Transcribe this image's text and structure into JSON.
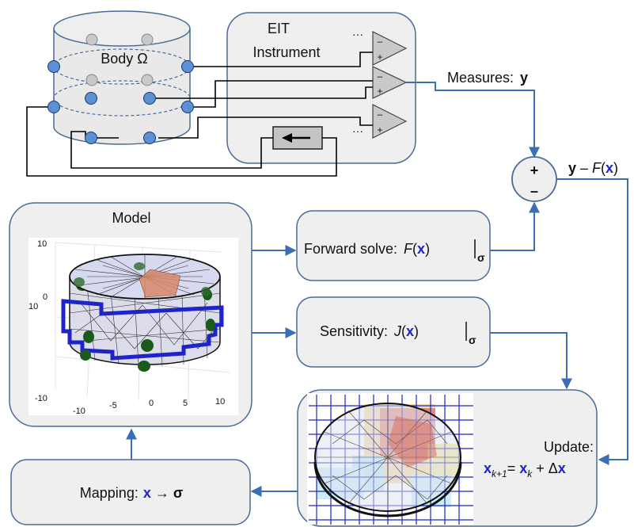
{
  "body": {
    "label": "Body Ω"
  },
  "instrument": {
    "line1": "EIT",
    "line2": "Instrument",
    "dots": "···",
    "minus": "–",
    "plus": "+"
  },
  "measures": {
    "label": "Measures:",
    "var": "y"
  },
  "summer": {
    "plus": "+",
    "minus": "–"
  },
  "residual": {
    "y": "y",
    "dash": "–",
    "F": "F",
    "lp": "(",
    "x": "x",
    "rp": ")"
  },
  "model": {
    "title": "Model",
    "axis": {
      "y_ticks": [
        "10",
        "0",
        "-10"
      ],
      "x_ticks": [
        "-10",
        "-5",
        "0",
        "5",
        "10"
      ],
      "side_tick": "10"
    }
  },
  "forward": {
    "label": "Forward solve:",
    "F": "F",
    "lp": "(",
    "x": "x",
    "rp": ")",
    "sigma": "σ"
  },
  "sensitivity": {
    "label": "Sensitivity:",
    "J": "J",
    "lp": "(",
    "x": "x",
    "rp": ")",
    "sigma": "σ"
  },
  "update": {
    "title": "Update:",
    "x1": "x",
    "sub1": "k+1",
    "eq": "= ",
    "x2": "x",
    "sub2": "k",
    "plus": " + ",
    "delta": "Δ",
    "x3": "x"
  },
  "mapping": {
    "label": "Mapping:",
    "x": "x",
    "arrow": " → ",
    "sigma": "σ"
  },
  "colors": {
    "arrow": "#3a6eb5",
    "box_fill": "#efefef",
    "box_stroke": "#4a6b96",
    "electrode": "#5b8fd6",
    "var_blue": "#1f24c8"
  }
}
